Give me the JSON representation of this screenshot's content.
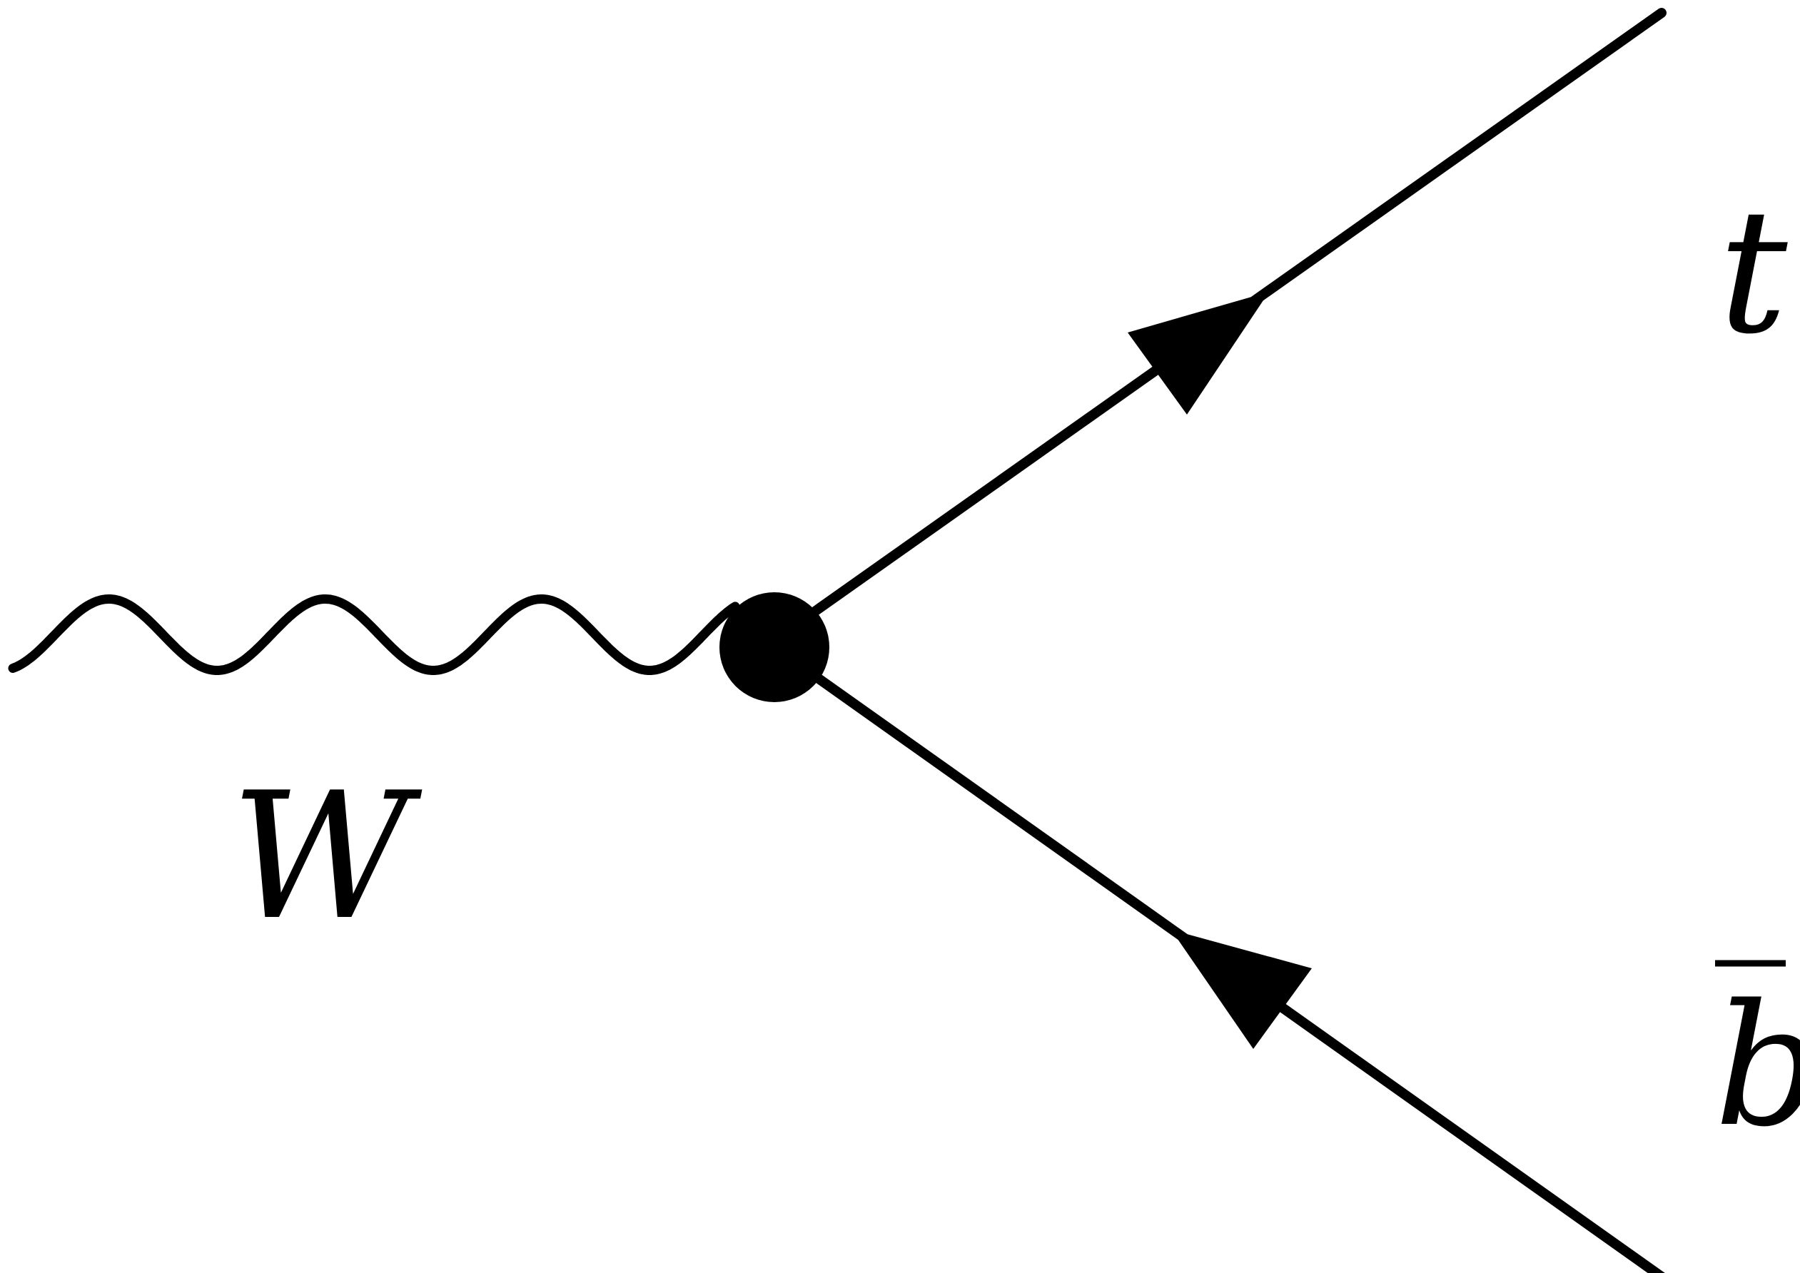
{
  "diagram": {
    "type": "feynman-vertex",
    "particles": {
      "boson": {
        "label": "W",
        "line_style": "wavy"
      },
      "fermion_out": {
        "label": "t",
        "line_style": "solid-arrow",
        "arrow": "away-from-vertex"
      },
      "antifermion_out": {
        "label": "b",
        "overbar": true,
        "line_style": "solid-arrow",
        "arrow": "toward-vertex"
      }
    },
    "vertex": {
      "style": "filled-dot"
    }
  },
  "colors": {
    "ink": "#000000",
    "background": "#ffffff"
  }
}
